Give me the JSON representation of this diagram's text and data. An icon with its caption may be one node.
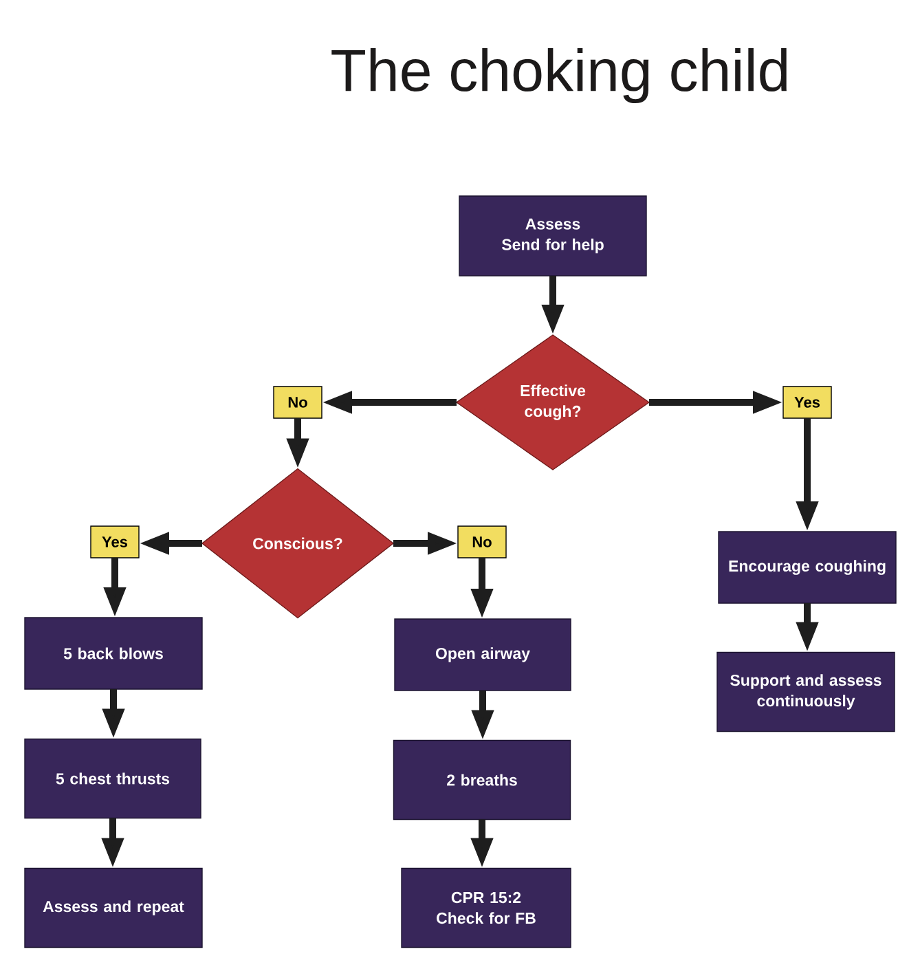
{
  "diagram": {
    "title": "The choking child",
    "nodes": [
      {
        "text": [
          "Assess",
          "Send for help"
        ]
      },
      {
        "text": [
          "Effective cough?"
        ]
      },
      {
        "text": [
          "No"
        ]
      },
      {
        "text": [
          "Yes"
        ]
      },
      {
        "text": [
          "Conscious?"
        ]
      },
      {
        "text": [
          "Yes"
        ]
      },
      {
        "text": [
          "No"
        ]
      },
      {
        "text": [
          "Encourage coughing"
        ]
      },
      {
        "text": [
          "5 back blows"
        ]
      },
      {
        "text": [
          "Open airway"
        ]
      },
      {
        "text": [
          "Support and assess continuously"
        ]
      },
      {
        "text": [
          "5 chest thrusts"
        ]
      },
      {
        "text": [
          "2 breaths"
        ]
      },
      {
        "text": [
          "Assess and repeat"
        ]
      },
      {
        "text": [
          "CPR 15:2",
          "Check for FB"
        ]
      }
    ],
    "edges": [
      {
        "from": 0,
        "to": 1,
        "arrow": "to"
      },
      {
        "from": 1,
        "to": 2,
        "arrow": "to"
      },
      {
        "from": 1,
        "to": 3,
        "arrow": "to"
      },
      {
        "from": 2,
        "to": 4,
        "arrow": "to"
      },
      {
        "from": 3,
        "to": 7,
        "arrow": "to"
      },
      {
        "from": 4,
        "to": 5,
        "arrow": "to"
      },
      {
        "from": 4,
        "to": 6,
        "arrow": "to"
      },
      {
        "from": 5,
        "to": 8,
        "arrow": "to"
      },
      {
        "from": 6,
        "to": 9,
        "arrow": "to"
      },
      {
        "from": 7,
        "to": 10,
        "arrow": "to"
      },
      {
        "from": 8,
        "to": 11,
        "arrow": "to"
      },
      {
        "from": 11,
        "to": 13,
        "arrow": "to"
      },
      {
        "from": 9,
        "to": 12,
        "arrow": "to"
      },
      {
        "from": 12,
        "to": 14,
        "arrow": "to"
      }
    ]
  }
}
